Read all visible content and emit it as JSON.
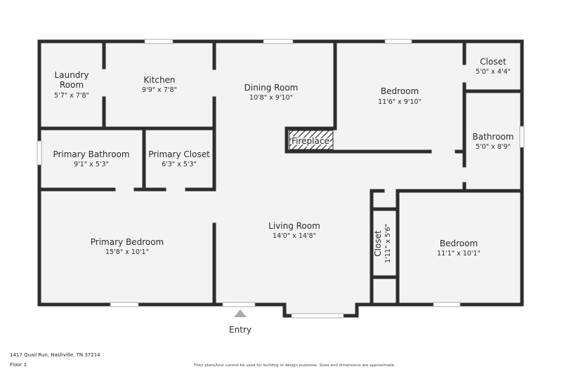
{
  "rooms": {
    "laundry": {
      "name_line1": "Laundry",
      "name_line2": "Room",
      "dims": "5'7\" x 7'8\""
    },
    "kitchen": {
      "name": "Kitchen",
      "dims": "9'9\" x 7'8\""
    },
    "dining": {
      "name": "Dining Room",
      "dims": "10'8\" x 9'10\""
    },
    "bedroom_upper": {
      "name": "Bedroom",
      "dims": "11'6\" x 9'10\""
    },
    "closet_upper": {
      "name": "Closet",
      "dims": "5'0\" x 4'4\""
    },
    "bathroom": {
      "name": "Bathroom",
      "dims": "5'0\" x 8'9\""
    },
    "primary_bathroom": {
      "name": "Primary Bathroom",
      "dims": "9'1\" x 5'3\""
    },
    "primary_closet": {
      "name": "Primary Closet",
      "dims": "6'3\" x 5'3\""
    },
    "fireplace": {
      "name": "Fireplace"
    },
    "primary_bedroom": {
      "name": "Primary Bedroom",
      "dims": "15'8\" x 10'1\""
    },
    "living": {
      "name": "Living Room",
      "dims": "14'0\" x 14'8\""
    },
    "closet_vertical": {
      "name": "Closet",
      "dims": "1'11\" x 5'6\""
    },
    "bedroom_lower": {
      "name": "Bedroom",
      "dims": "11'1\" x 10'1\""
    }
  },
  "entry_label": "Entry",
  "footer": {
    "address": "1417 Quail Run, Nashville, TN 37214",
    "floor": "Floor 1",
    "disclaimer": "Floor plans/tour cannot be used for building or design purposes. Sizes and dimensions are approximate."
  }
}
